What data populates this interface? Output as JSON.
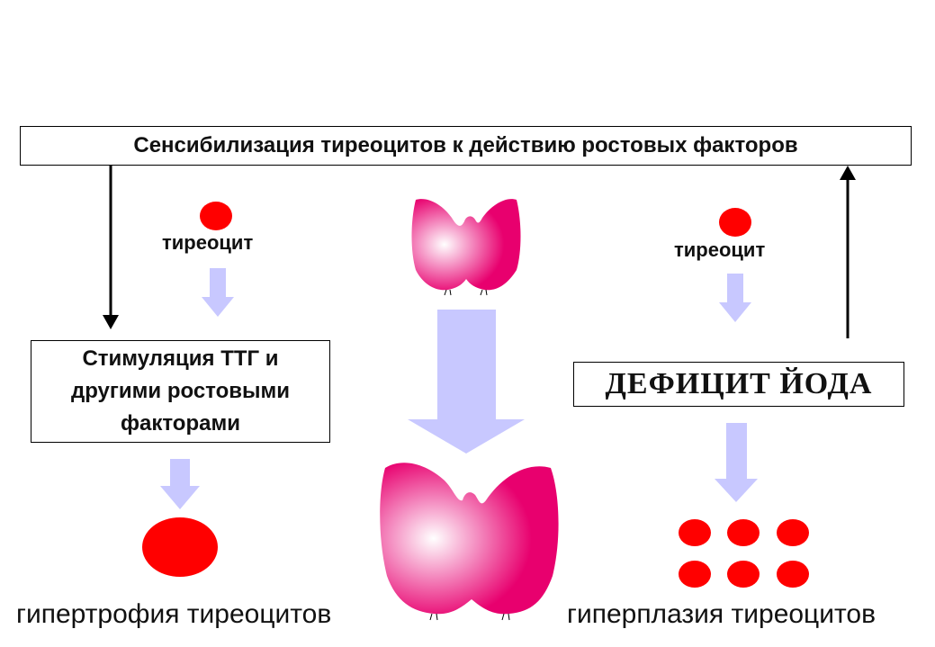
{
  "top_box": {
    "text": "Сенсибилизация тиреоцитов к действию ростовых факторов"
  },
  "stim_box": {
    "line1": "Стимуляция ТТГ и",
    "line2": "другими ростовыми",
    "line3": "факторами"
  },
  "iod_box": {
    "text": "ДЕФИЦИТ ЙОДА"
  },
  "cell_label_left": "тиреоцит",
  "cell_label_right": "тиреоцит",
  "caption_left": "гипертрофия тиреоцитов",
  "caption_right": "гиперплазия тиреоцитов",
  "colors": {
    "cell": "#ff0000",
    "gland": "#e8006e",
    "arrow": "#c8c8ff",
    "line": "#000000"
  }
}
